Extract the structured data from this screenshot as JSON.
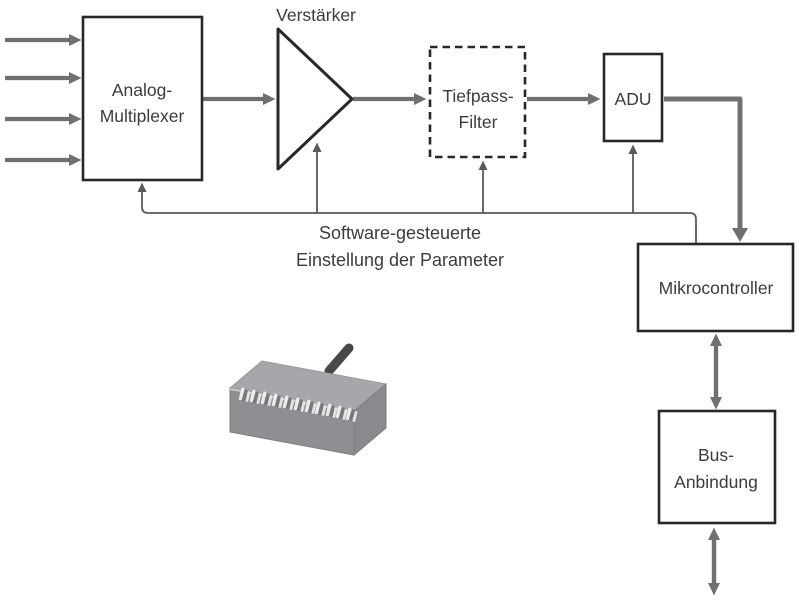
{
  "diagram": {
    "nodes": {
      "analog_multiplexer": {
        "line1": "Analog-",
        "line2": "Multiplexer"
      },
      "verstaerker": {
        "label": "Verstärker"
      },
      "tiefpass_filter": {
        "line1": "Tiefpass-",
        "line2": "Filter"
      },
      "adu": {
        "label": "ADU"
      },
      "mikrocontroller": {
        "label": "Mikrocontroller"
      },
      "bus_anbindung": {
        "line1": "Bus-",
        "line2": "Anbindung"
      }
    },
    "annotation": {
      "line1": "Software-gesteuerte",
      "line2": "Einstellung der Parameter"
    },
    "colors": {
      "background": "#ffffff",
      "box_border": "#282828",
      "text": "#3c3c3e",
      "arrow": "#6f7072",
      "feedback_line": "#5a5a5c",
      "device_top": "#a6a7aa",
      "device_front": "#8e8f92",
      "device_side": "#898a8d",
      "device_cable": "#47484a"
    }
  }
}
